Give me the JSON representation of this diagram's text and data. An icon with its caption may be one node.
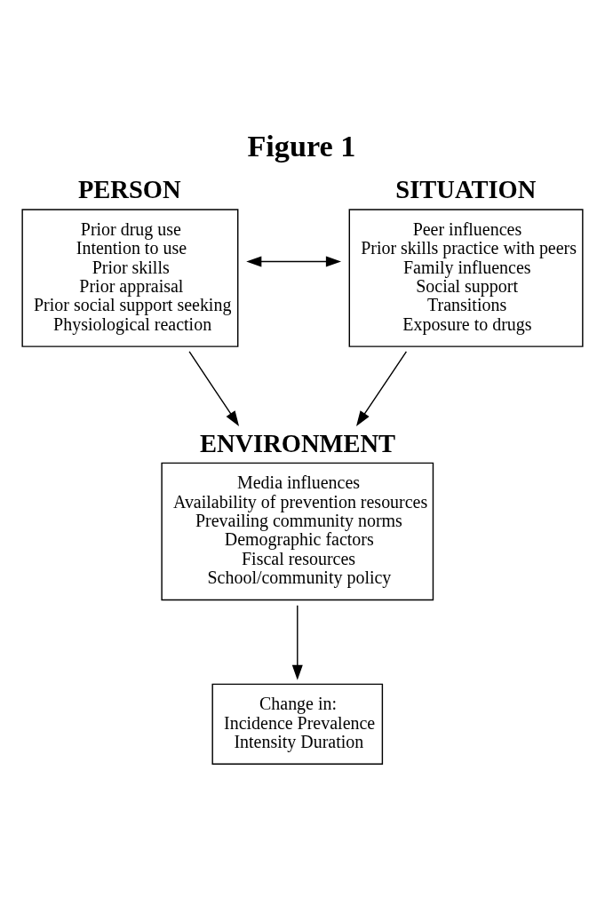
{
  "diagram": {
    "title": "Figure 1",
    "nodes": [
      {
        "text": [
          "PERSON",
          "Prior drug use",
          "Intention to use",
          "Prior skills",
          "Prior appraisal",
          "Prior social support seeking",
          "Physiological reaction"
        ]
      },
      {
        "text": [
          "SITUATION",
          "Peer influences",
          "Prior skills practice with peers",
          "Family influences",
          "Social support",
          "Transitions",
          "Exposure to drugs"
        ]
      },
      {
        "text": [
          "ENVIRONMENT",
          "Media influences",
          "Availability of prevention resources",
          "Prevailing community norms",
          "Demographic factors",
          "Fiscal resources",
          "School/community policy"
        ]
      },
      {
        "text": [
          "Change in:",
          "Incidence Prevalence",
          "Intensity Duration"
        ]
      }
    ],
    "edges": [
      {
        "from": 0,
        "to": 1,
        "arrow": "both"
      },
      {
        "from": 0,
        "to": 2,
        "arrow": "to"
      },
      {
        "from": 1,
        "to": 2,
        "arrow": "to"
      },
      {
        "from": 2,
        "to": 3,
        "arrow": "to"
      }
    ]
  }
}
